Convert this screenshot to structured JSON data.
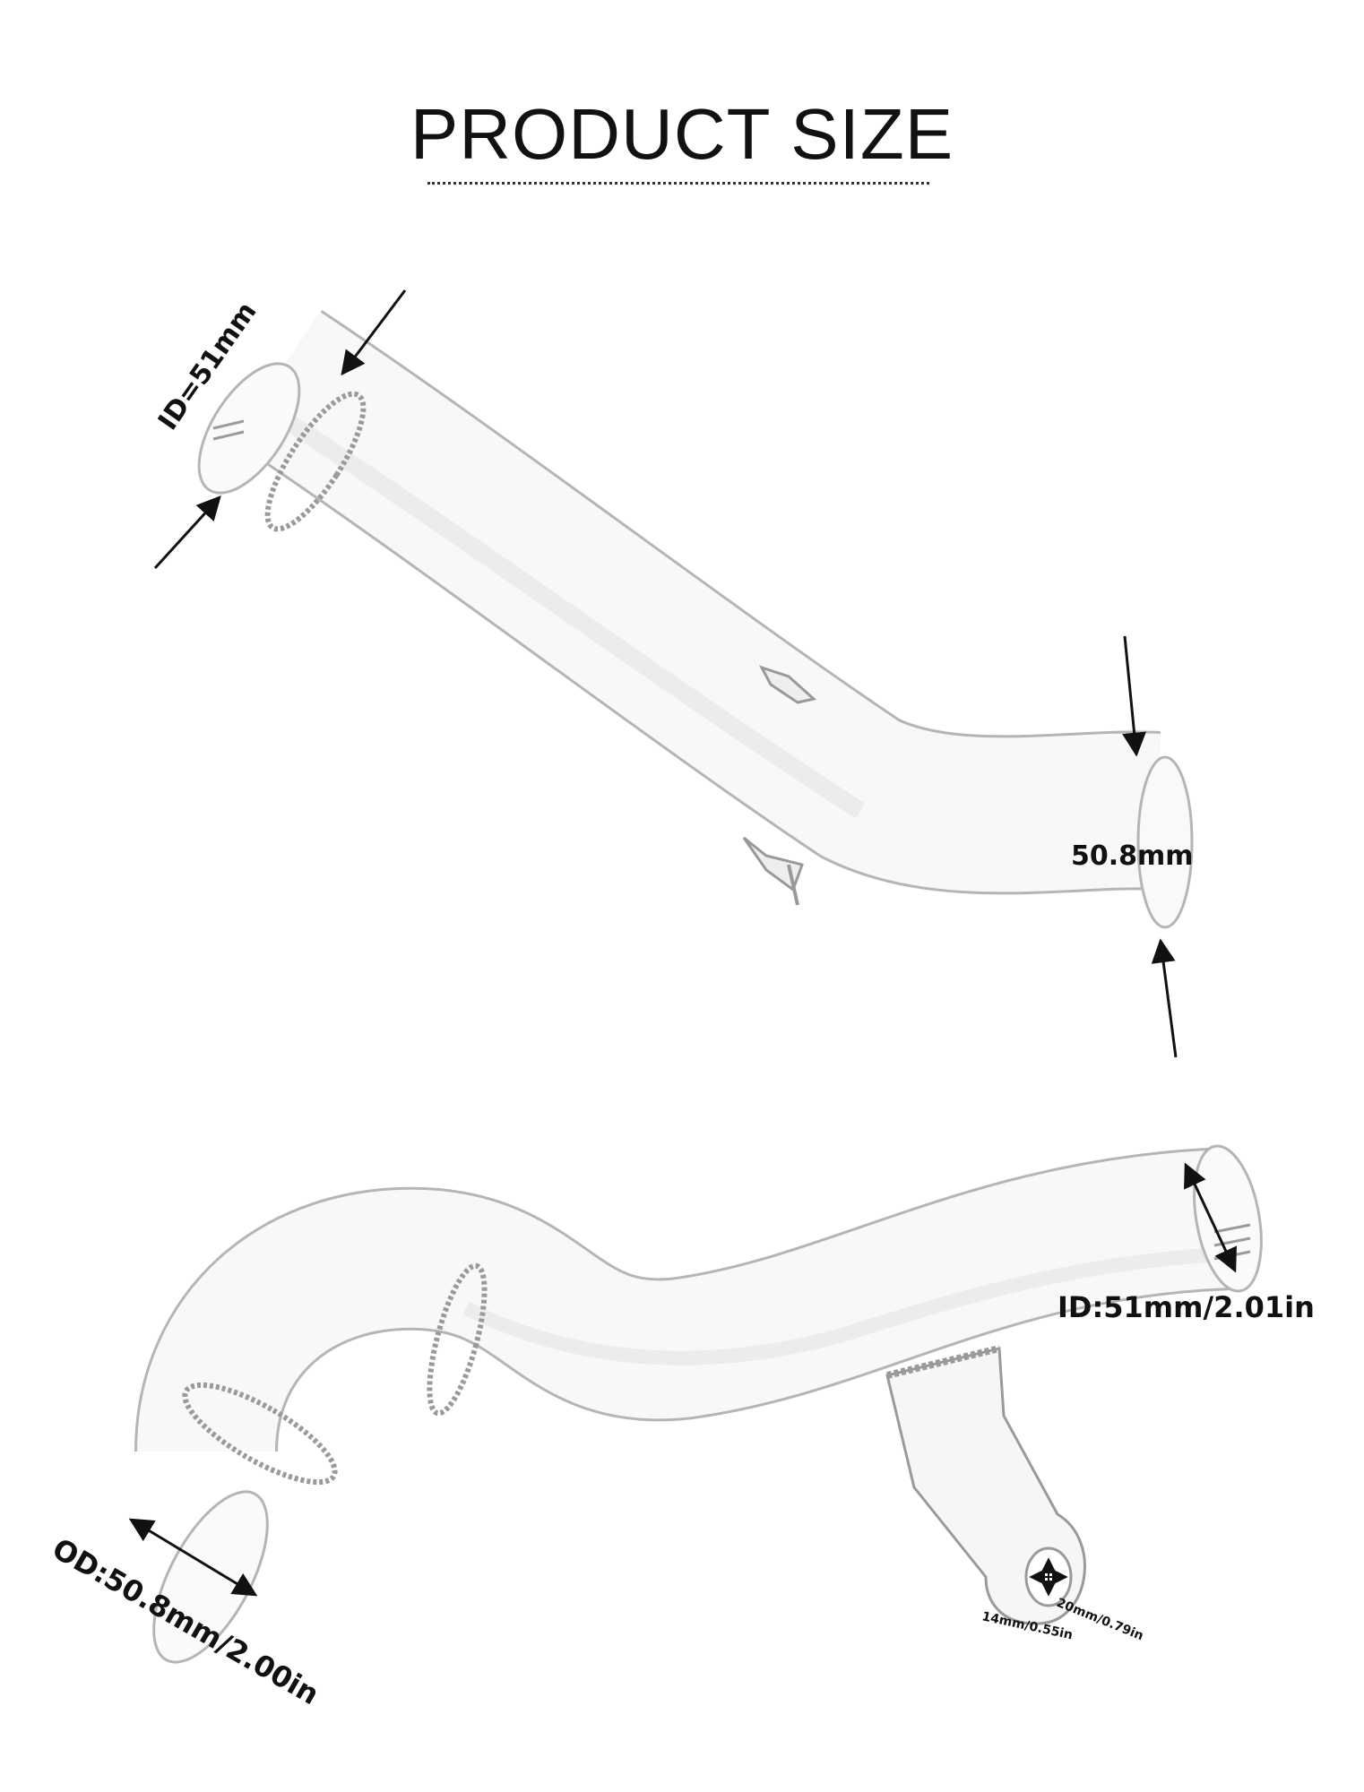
{
  "title": "PRODUCT SIZE",
  "top_pipe": {
    "id_label": "ID=51mm",
    "od_label": "50.8mm"
  },
  "bottom_pipe": {
    "id_label": "ID:51mm/2.01in",
    "od_label": "OD:50.8mm/2.00in",
    "hole_label_a": "14mm/0.55in",
    "hole_label_b": "20mm/0.79in"
  },
  "colors": {
    "text": "#111111",
    "pipe_outline": "#b8b8b8",
    "pipe_fill": "#f7f7f7",
    "weld": "#9a9a9a"
  }
}
